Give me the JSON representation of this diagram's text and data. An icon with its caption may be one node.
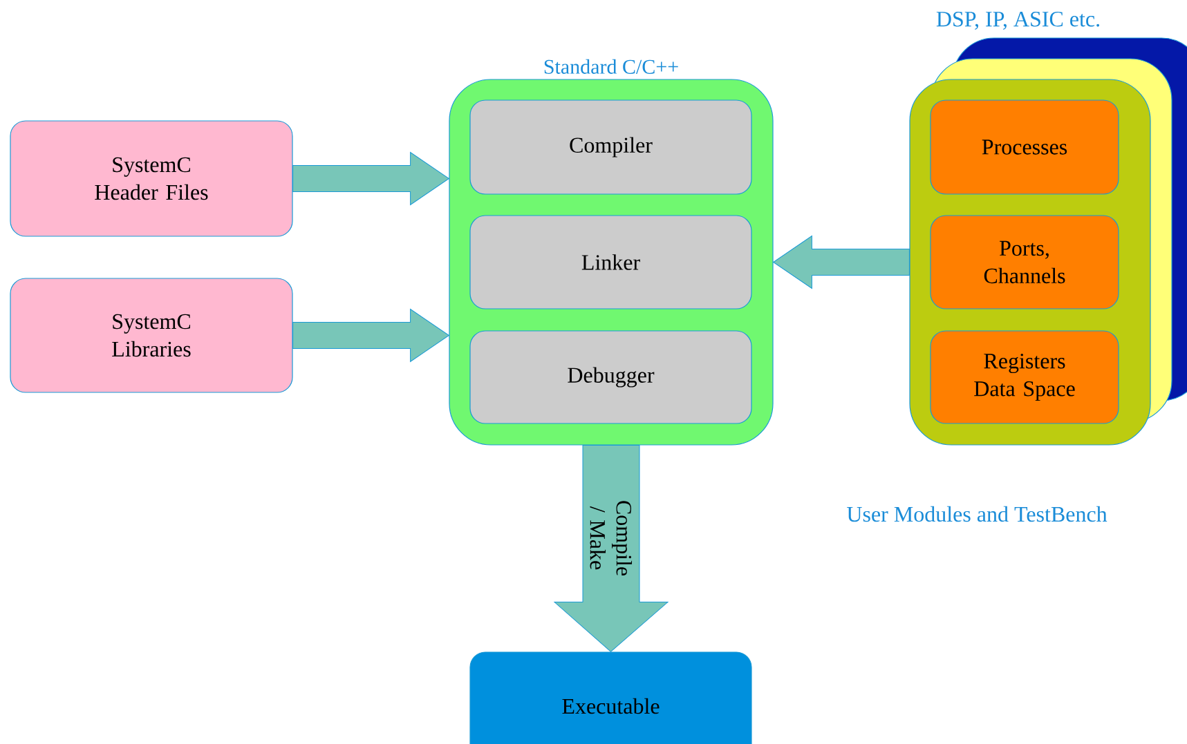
{
  "diagram": {
    "nodes": [
      {
        "text": [
          "SystemC Header Files"
        ]
      },
      {
        "text": [
          "SystemC Libraries"
        ]
      },
      {
        "text": [
          "Standard C/C++"
        ]
      },
      {
        "text": [
          "Compiler"
        ],
        "in": 2
      },
      {
        "text": [
          "Linker"
        ],
        "in": 2
      },
      {
        "text": [
          "Debugger"
        ],
        "in": 2
      },
      {
        "text": [],
        "shape": "box"
      },
      {
        "text": [
          "Processes"
        ],
        "in": 6
      },
      {
        "text": [
          "Ports, Channels"
        ],
        "in": 6
      },
      {
        "text": [
          "Registers Data Space"
        ],
        "in": 6
      },
      {
        "text": [
          "Executable"
        ]
      }
    ],
    "edges": [
      {
        "from": 0,
        "to": 2,
        "arrow": "to"
      },
      {
        "from": 1,
        "to": 2,
        "arrow": "to"
      },
      {
        "from": 6,
        "to": 2,
        "arrow": "to"
      },
      {
        "from": 2,
        "to": 10,
        "arrow": "to",
        "style": "thick",
        "label": "Compile / Make"
      }
    ],
    "labels": [
      "DSP, IP, ASIC etc.",
      "User Modules and TestBench"
    ]
  }
}
